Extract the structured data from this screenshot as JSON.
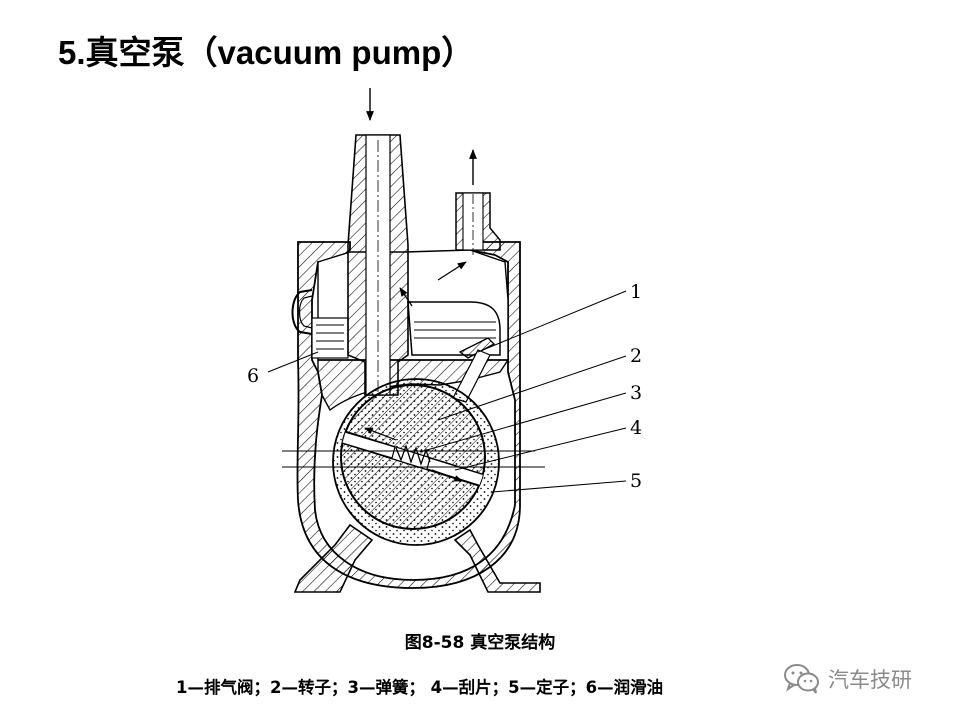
{
  "slide": {
    "title": "5.真空泵（vacuum pump）"
  },
  "figure": {
    "callouts": [
      "1",
      "2",
      "3",
      "4",
      "5",
      "6"
    ],
    "caption": "图8-58  真空泵结构",
    "legend": "1—排气阀；2—转子；3—弹簧； 4—刮片；5—定子；6—润滑油"
  },
  "watermark": {
    "icon": "wechat-icon",
    "text": "汽车技研",
    "color": "#8a8a8a"
  }
}
